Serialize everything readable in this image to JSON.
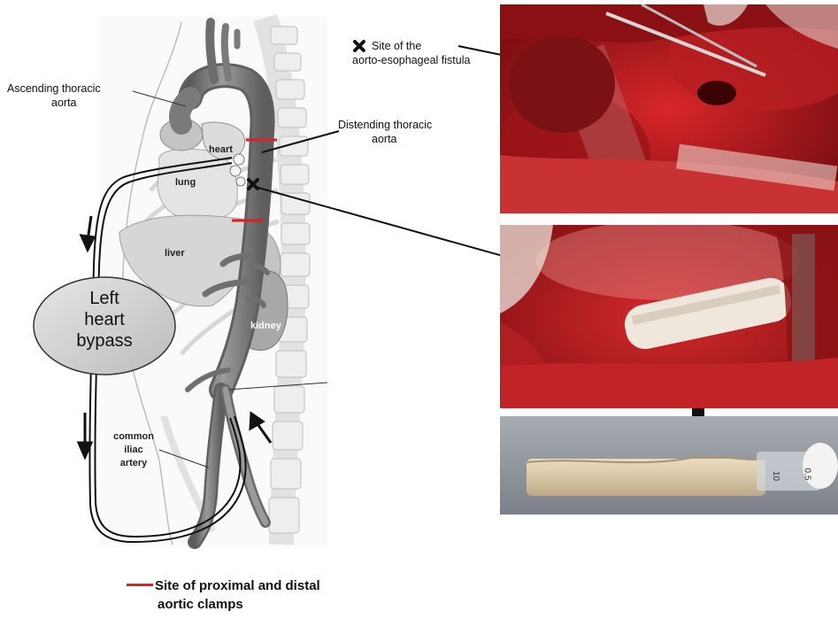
{
  "labels": {
    "ascending": "Ascending thoracic aorta",
    "ascending_line1": "Ascending thoracic",
    "ascending_line2": "aorta",
    "distending_line1": "Distending thoracic",
    "distending_line2": "aorta",
    "fistula_line1": "Site of the",
    "fistula_line2": "aorto-esophageal fistula",
    "heart": "heart",
    "lung": "lung",
    "liver": "liver",
    "kidney": "kidney",
    "iliac_line1": "common",
    "iliac_line2": "iliac",
    "iliac_line3": "artery",
    "bypass_line1": "Left",
    "bypass_line2": "heart",
    "bypass_line3": "bypass"
  },
  "legend": {
    "line1": "Site of proximal and distal",
    "line2": "aortic clamps",
    "clamp_color": "#e02020"
  },
  "graft_scale": {
    "mark1": "10",
    "mark2": "0.5"
  },
  "colors": {
    "aorta": "#7d7d7d",
    "bypass_fill": "#d4d4d4",
    "marker": "#111111"
  }
}
